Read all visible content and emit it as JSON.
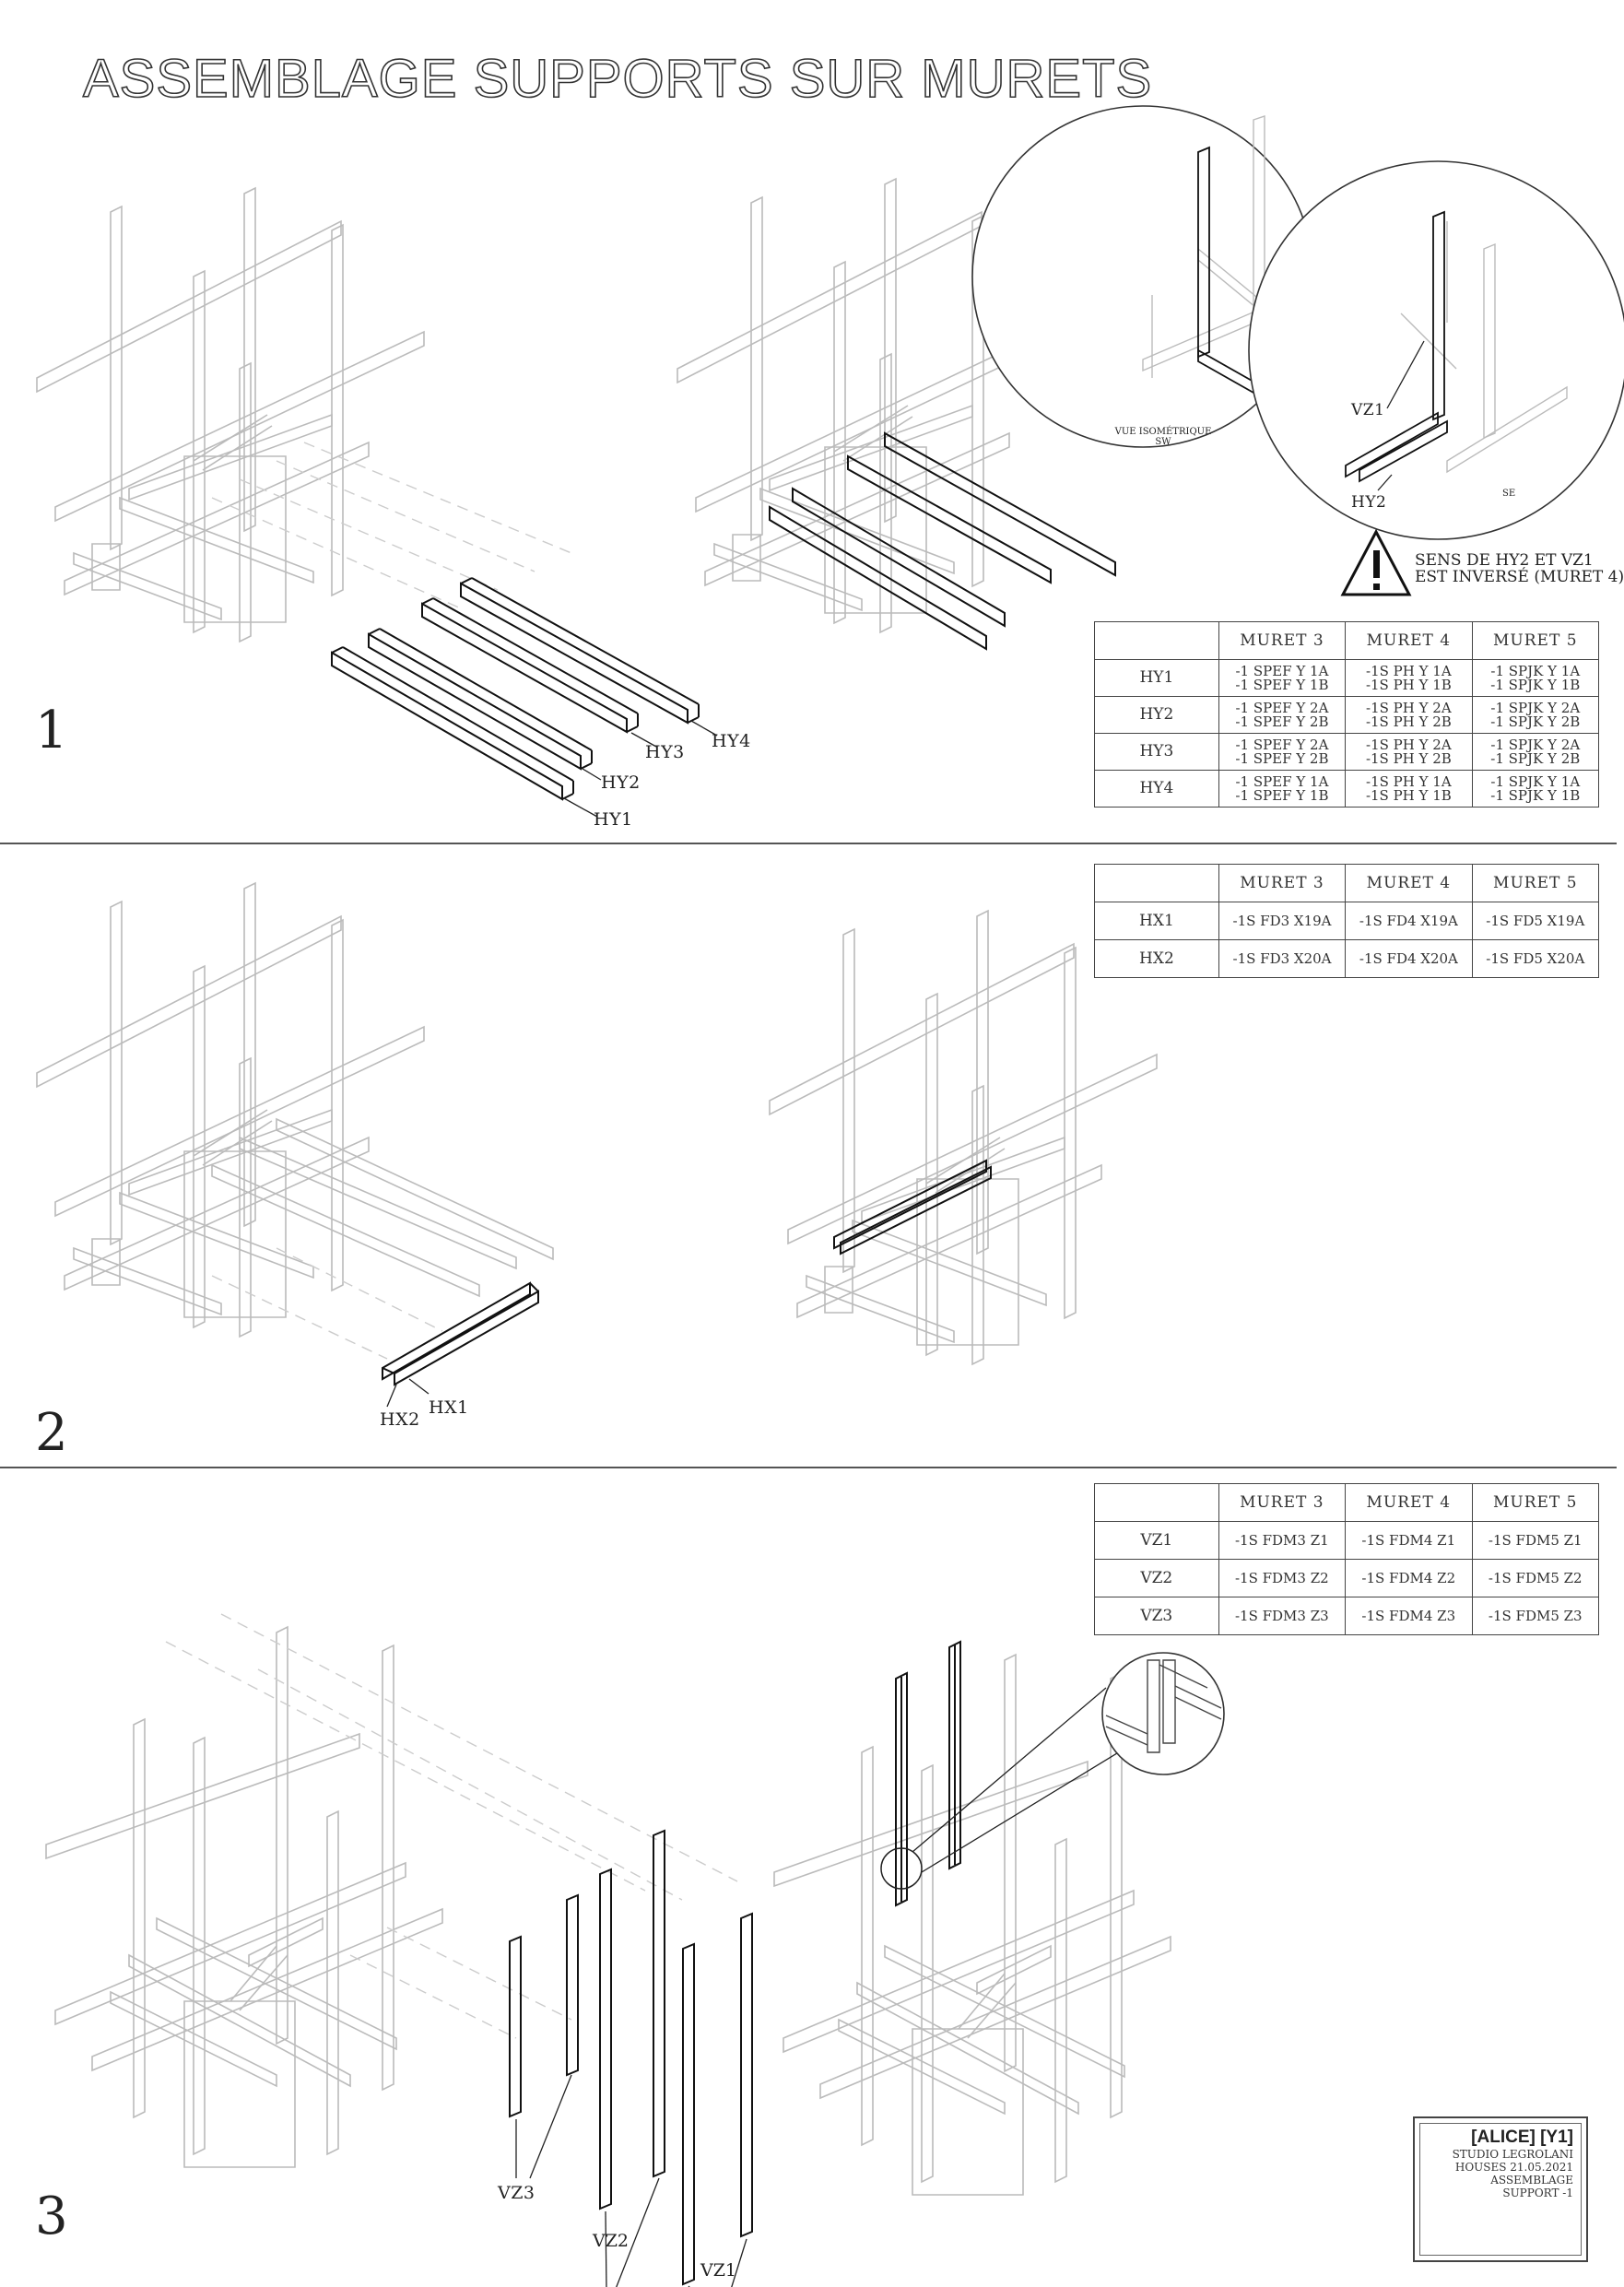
{
  "title": "ASSEMBLAGE SUPPORTS SUR MURETS",
  "steps": [
    "1",
    "2",
    "3"
  ],
  "callouts": {
    "hy1": "HY1",
    "hy2": "HY2",
    "hy3": "HY3",
    "hy4": "HY4",
    "hx1": "HX1",
    "hx2": "HX2",
    "vz1": "VZ1",
    "vz2": "VZ2",
    "vz3": "VZ3"
  },
  "insets": {
    "sw_label_line1": "VUE ISOMÉTRIQUE",
    "sw_label_line2": "SW",
    "se_label": "SE",
    "vz1": "VZ1",
    "hy2": "HY2"
  },
  "warning": {
    "line1": "SENS DE HY2 ET VZ1",
    "line2": "EST INVERSÉ (MURET 4)"
  },
  "table_hy": {
    "headers": [
      "",
      "MURET 3",
      "MURET 4",
      "MURET 5"
    ],
    "rows": [
      {
        "label": "HY1",
        "cells": [
          [
            "-1 SPEF Y 1A",
            "-1 SPEF Y 1B"
          ],
          [
            "-1S PH Y 1A",
            "-1S PH Y 1B"
          ],
          [
            "-1 SPJK Y 1A",
            "-1 SPJK Y 1B"
          ]
        ]
      },
      {
        "label": "HY2",
        "cells": [
          [
            "-1 SPEF Y 2A",
            "-1 SPEF Y 2B"
          ],
          [
            "-1S PH Y 2A",
            "-1S PH Y 2B"
          ],
          [
            "-1 SPJK Y 2A",
            "-1 SPJK Y 2B"
          ]
        ]
      },
      {
        "label": "HY3",
        "cells": [
          [
            "-1 SPEF Y 2A",
            "-1 SPEF Y 2B"
          ],
          [
            "-1S PH Y 2A",
            "-1S PH Y 2B"
          ],
          [
            "-1 SPJK Y 2A",
            "-1 SPJK Y 2B"
          ]
        ]
      },
      {
        "label": "HY4",
        "cells": [
          [
            "-1 SPEF Y 1A",
            "-1 SPEF Y 1B"
          ],
          [
            "-1S PH Y 1A",
            "-1S PH Y 1B"
          ],
          [
            "-1 SPJK Y 1A",
            "-1 SPJK Y 1B"
          ]
        ]
      }
    ]
  },
  "table_hx": {
    "headers": [
      "",
      "MURET 3",
      "MURET 4",
      "MURET 5"
    ],
    "rows": [
      {
        "label": "HX1",
        "cells": [
          "-1S FD3 X19A",
          "-1S FD4 X19A",
          "-1S FD5 X19A"
        ]
      },
      {
        "label": "HX2",
        "cells": [
          "-1S FD3 X20A",
          "-1S FD4 X20A",
          "-1S FD5 X20A"
        ]
      }
    ]
  },
  "table_vz": {
    "headers": [
      "",
      "MURET 3",
      "MURET 4",
      "MURET 5"
    ],
    "rows": [
      {
        "label": "VZ1",
        "cells": [
          "-1S FDM3 Z1",
          "-1S FDM4 Z1",
          "-1S FDM5 Z1"
        ]
      },
      {
        "label": "VZ2",
        "cells": [
          "-1S FDM3 Z2",
          "-1S FDM4 Z2",
          "-1S FDM5 Z2"
        ]
      },
      {
        "label": "VZ3",
        "cells": [
          "-1S FDM3 Z3",
          "-1S FDM4 Z3",
          "-1S FDM5 Z3"
        ]
      }
    ]
  },
  "cartouche": {
    "title": "[ALICE] [Y1]",
    "lines": [
      "STUDIO LEGROLANI",
      "HOUSES 21.05.2021",
      "ASSEMBLAGE",
      "SUPPORT -1"
    ]
  }
}
